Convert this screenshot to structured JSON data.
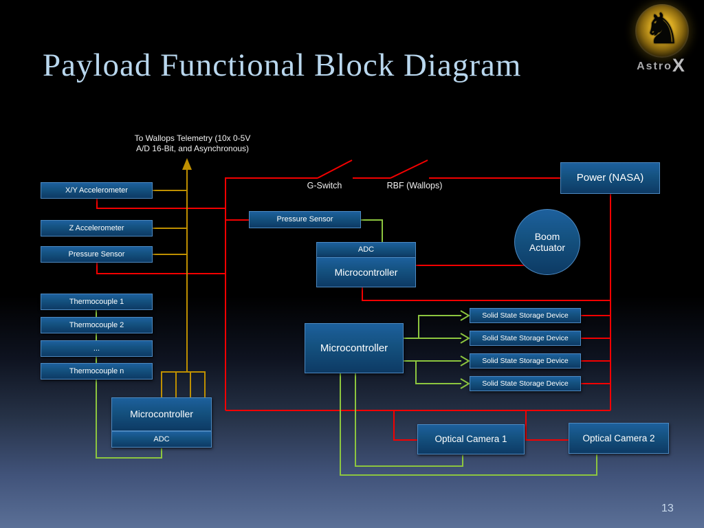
{
  "slide": {
    "title": "Payload Functional Block Diagram",
    "page_number": "13"
  },
  "logo": {
    "brand_name": "Astro",
    "brand_x": "X",
    "emblem_glyph": "♞"
  },
  "annotations": {
    "telemetry_line1": "To Wallops Telemetry (10x 0-5V",
    "telemetry_line2": "A/D 16-Bit, and Asynchronous)",
    "g_switch": "G-Switch",
    "rbf": "RBF (Wallops)"
  },
  "nodes": {
    "xy_accelerometer": "X/Y Accelerometer",
    "z_accelerometer": "Z Accelerometer",
    "pressure_sensor_left": "Pressure Sensor",
    "thermocouple_1": "Thermocouple 1",
    "thermocouple_2": "Thermocouple 2",
    "thermocouple_dots": "...",
    "thermocouple_n": "Thermocouple n",
    "microcontroller_left": "Microcontroller",
    "adc_left": "ADC",
    "pressure_sensor_mid": "Pressure Sensor",
    "adc_mid": "ADC",
    "microcontroller_mid": "Microcontroller",
    "microcontroller_central": "Microcontroller",
    "power": "Power (NASA)",
    "boom_actuator": "Boom Actuator",
    "ssd_1": "Solid State Storage Device",
    "ssd_2": "Solid State Storage Device",
    "ssd_3": "Solid State Storage Device",
    "ssd_4": "Solid State Storage Device",
    "optical_camera_1": "Optical Camera 1",
    "optical_camera_2": "Optical Camera 2"
  },
  "buses": {
    "power_bus_color": "#f40000",
    "analog_bus_color": "#bf9000",
    "data_bus_color": "#8dc63f"
  },
  "edges": [
    {
      "from": "power",
      "to": "all-blocks",
      "bus": "power-red-loop"
    },
    {
      "from": "sensors",
      "to": "wallops-telemetry",
      "bus": "analog-gold"
    },
    {
      "from": "thermocouples",
      "to": "adc_left",
      "bus": "data-green"
    },
    {
      "from": "pressure_sensor_mid",
      "to": "adc_mid",
      "bus": "data-green"
    },
    {
      "from": "microcontroller_central",
      "to": "ssd_1 ssd_2 ssd_3 ssd_4",
      "bus": "data-green"
    },
    {
      "from": "microcontroller_central",
      "to": "optical_camera_1 optical_camera_2",
      "bus": "data-green"
    }
  ]
}
